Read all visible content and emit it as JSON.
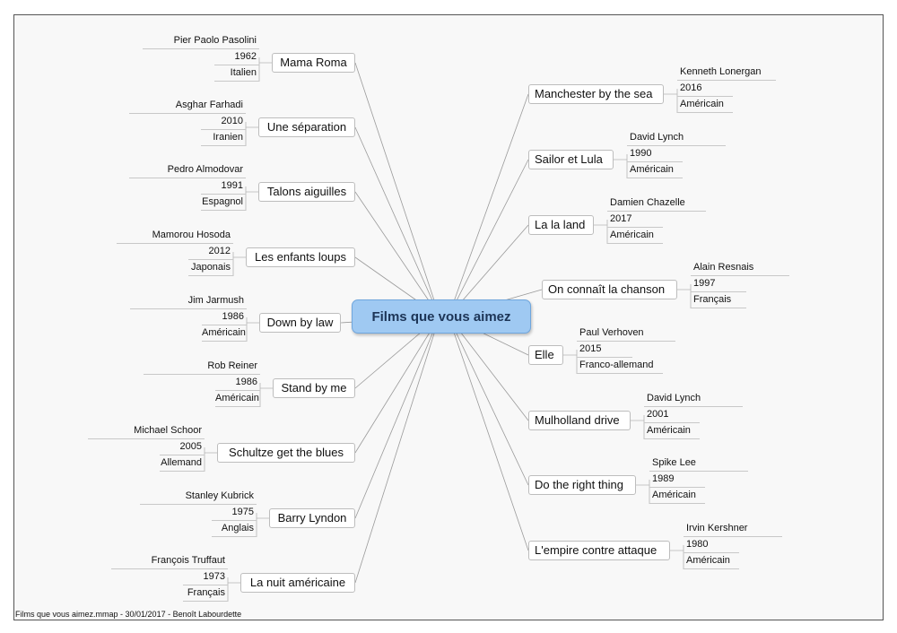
{
  "center": "Films que vous aimez",
  "footer": "Films que vous aimez.mmap - 30/01/2017 - Benoît Labourdette",
  "left_films": [
    {
      "title": "Mama Roma",
      "details": [
        "Pier Paolo Pasolini",
        "1962",
        "Italien"
      ]
    },
    {
      "title": "Une séparation",
      "details": [
        "Asghar Farhadi",
        "2010",
        "Iranien"
      ]
    },
    {
      "title": "Talons aiguilles",
      "details": [
        "Pedro Almodovar",
        "1991",
        "Espagnol"
      ]
    },
    {
      "title": "Les enfants loups",
      "details": [
        "Mamorou Hosoda",
        "2012",
        "Japonais"
      ]
    },
    {
      "title": "Down by law",
      "details": [
        "Jim Jarmush",
        "1986",
        "Américain"
      ]
    },
    {
      "title": "Stand by me",
      "details": [
        "Rob Reiner",
        "1986",
        "Américain"
      ]
    },
    {
      "title": "Schultze get the blues",
      "details": [
        "Michael Schoor",
        "2005",
        "Allemand"
      ]
    },
    {
      "title": "Barry Lyndon",
      "details": [
        "Stanley Kubrick",
        "1975",
        "Anglais"
      ]
    },
    {
      "title": "La nuit américaine",
      "details": [
        "François Truffaut",
        "1973",
        "Français"
      ]
    }
  ],
  "right_films": [
    {
      "title": "Manchester by the sea",
      "details": [
        "Kenneth Lonergan",
        "2016",
        "Américain"
      ]
    },
    {
      "title": "Sailor et Lula",
      "details": [
        "David Lynch",
        "1990",
        "Américain"
      ]
    },
    {
      "title": "La la land",
      "details": [
        "Damien Chazelle",
        "2017",
        "Américain"
      ]
    },
    {
      "title": "On connaît la chanson",
      "details": [
        "Alain Resnais",
        "1997",
        "Français"
      ]
    },
    {
      "title": "Elle",
      "details": [
        "Paul Verhoven",
        "2015",
        "Franco-allemand"
      ]
    },
    {
      "title": "Mulholland drive",
      "details": [
        "David Lynch",
        "2001",
        "Américain"
      ]
    },
    {
      "title": "Do the right thing",
      "details": [
        "Spike Lee",
        "1989",
        "Américain"
      ]
    },
    {
      "title": "L'empire contre attaque",
      "details": [
        "Irvin Kershner",
        "1980",
        "Américain"
      ]
    }
  ]
}
